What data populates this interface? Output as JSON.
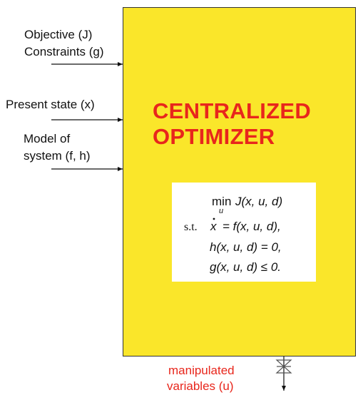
{
  "inputs": {
    "objective": "Objective (J)",
    "constraints": "Constraints (g)",
    "present_state": "Present state (x)",
    "model_line1": "Model of",
    "model_line2": "system (f, h)"
  },
  "optimizer": {
    "title_line1": "CENTRALIZED",
    "title_line2": "OPTIMIZER"
  },
  "formula": {
    "min_prefix": "min",
    "min_sub": "u",
    "objective": "J(x, u, d)",
    "st": "s.t.",
    "dynamics": "= f(x, u, d),",
    "equality": "h(x, u, d) = 0,",
    "inequality": "g(x, u, d) ≤ 0."
  },
  "output": {
    "line1": "manipulated",
    "line2": "variables (u)"
  },
  "colors": {
    "box_fill": "#FAE62A",
    "title": "#E8261C",
    "output_label": "#E8261C"
  },
  "icons": [
    "arrow-right-icon",
    "valve-icon",
    "arrow-down-icon"
  ]
}
